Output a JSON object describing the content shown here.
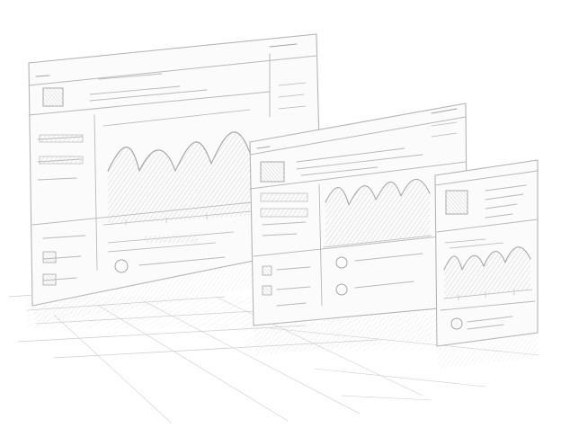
{
  "scene": {
    "style": "pencil-sketch",
    "ink_color": "#b9b9b9",
    "paper_color": "#ffffff",
    "screens": [
      {
        "name": "large-dashboard-sketch",
        "icon": "chart-icon"
      },
      {
        "name": "medium-dashboard-sketch",
        "icon": "chart-icon"
      },
      {
        "name": "small-dashboard-sketch",
        "icon": "chart-icon"
      }
    ]
  }
}
